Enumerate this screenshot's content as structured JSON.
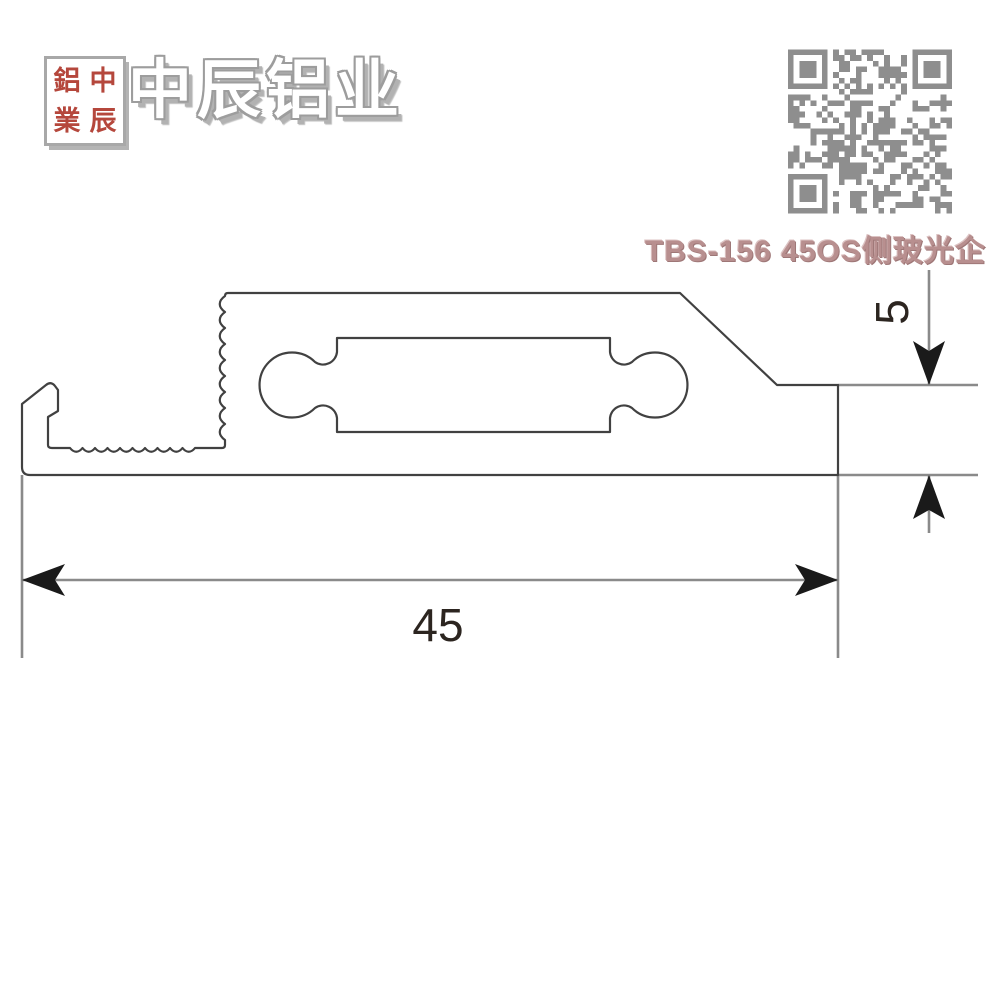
{
  "header": {
    "seal": {
      "chars": [
        "鋁",
        "中",
        "業",
        "辰"
      ]
    },
    "company_name": "中辰铝业",
    "product_code": "TBS-156 45OS侧玻光企"
  },
  "drawing": {
    "dims": {
      "width": "45",
      "step_height": "5"
    }
  },
  "colors": {
    "seal_red": "#b5473c",
    "seal_border": "#a8a8a8",
    "caption_pink": "#b88f8f",
    "qr_gray": "#8e8e8e",
    "outline_dark": "#414141",
    "dim_gray": "#8a8a8a",
    "arrow_black": "#1a1a1a",
    "label_black": "#2c2520"
  }
}
